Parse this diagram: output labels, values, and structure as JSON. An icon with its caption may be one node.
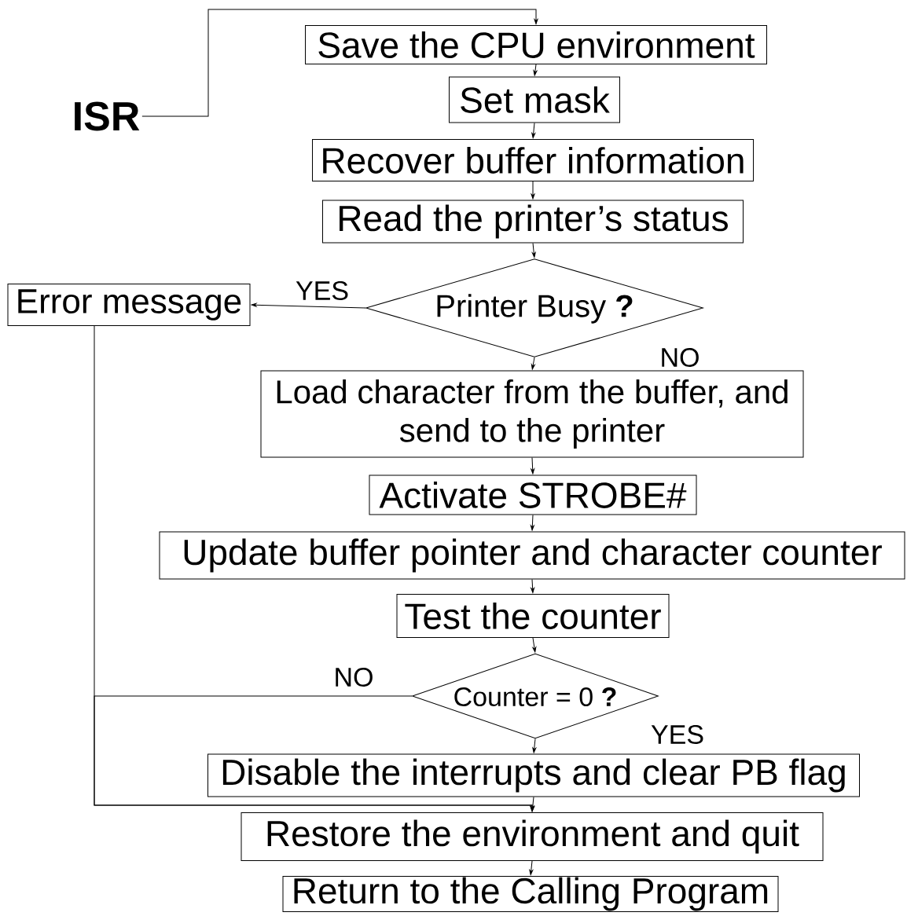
{
  "diagram": {
    "nodes": [
      {
        "text": [
          "ISR"
        ]
      },
      {
        "text": [
          "Save the CPU environment"
        ]
      },
      {
        "text": [
          "Set mask"
        ]
      },
      {
        "text": [
          "Recover buffer information"
        ]
      },
      {
        "text": [
          "Read the printer’s status"
        ]
      },
      {
        "text": [
          "Printer Busy **?**"
        ]
      },
      {
        "text": [
          "Error message"
        ]
      },
      {
        "text": [
          "Load character from the buffer, and send to the printer"
        ]
      },
      {
        "text": [
          "Activate STROBE#"
        ]
      },
      {
        "text": [
          "Update buffer pointer and character counter"
        ]
      },
      {
        "text": [
          "Test the counter"
        ]
      },
      {
        "text": [
          "Counter = 0 **?**"
        ]
      },
      {
        "text": [
          "Disable the interrupts and clear PB flag"
        ]
      },
      {
        "text": [
          "Restore the environment and quit"
        ]
      },
      {
        "text": [
          "Return to the Calling Program"
        ]
      }
    ],
    "edges": [
      {
        "from": 0,
        "to": 1,
        "arrow": "to"
      },
      {
        "from": 1,
        "to": 2,
        "arrow": "to"
      },
      {
        "from": 2,
        "to": 3,
        "arrow": "to"
      },
      {
        "from": 3,
        "to": 4,
        "arrow": "to"
      },
      {
        "from": 4,
        "to": 5,
        "arrow": "to"
      },
      {
        "from": 5,
        "to": 6,
        "arrow": "to",
        "label": "YES"
      },
      {
        "from": 5,
        "to": 7,
        "arrow": "to",
        "label": "NO"
      },
      {
        "from": 6,
        "to": 13,
        "arrow": "to"
      },
      {
        "from": 7,
        "to": 8,
        "arrow": "to"
      },
      {
        "from": 8,
        "to": 9,
        "arrow": "to"
      },
      {
        "from": 9,
        "to": 10,
        "arrow": "to"
      },
      {
        "from": 10,
        "to": 11,
        "arrow": "to"
      },
      {
        "from": 11,
        "to": 12,
        "arrow": "to",
        "label": "YES"
      },
      {
        "from": 11,
        "to": 13,
        "arrow": "to",
        "label": "NO"
      },
      {
        "from": 12,
        "to": 13,
        "arrow": "to"
      },
      {
        "from": 13,
        "to": 14,
        "arrow": "to"
      }
    ]
  }
}
